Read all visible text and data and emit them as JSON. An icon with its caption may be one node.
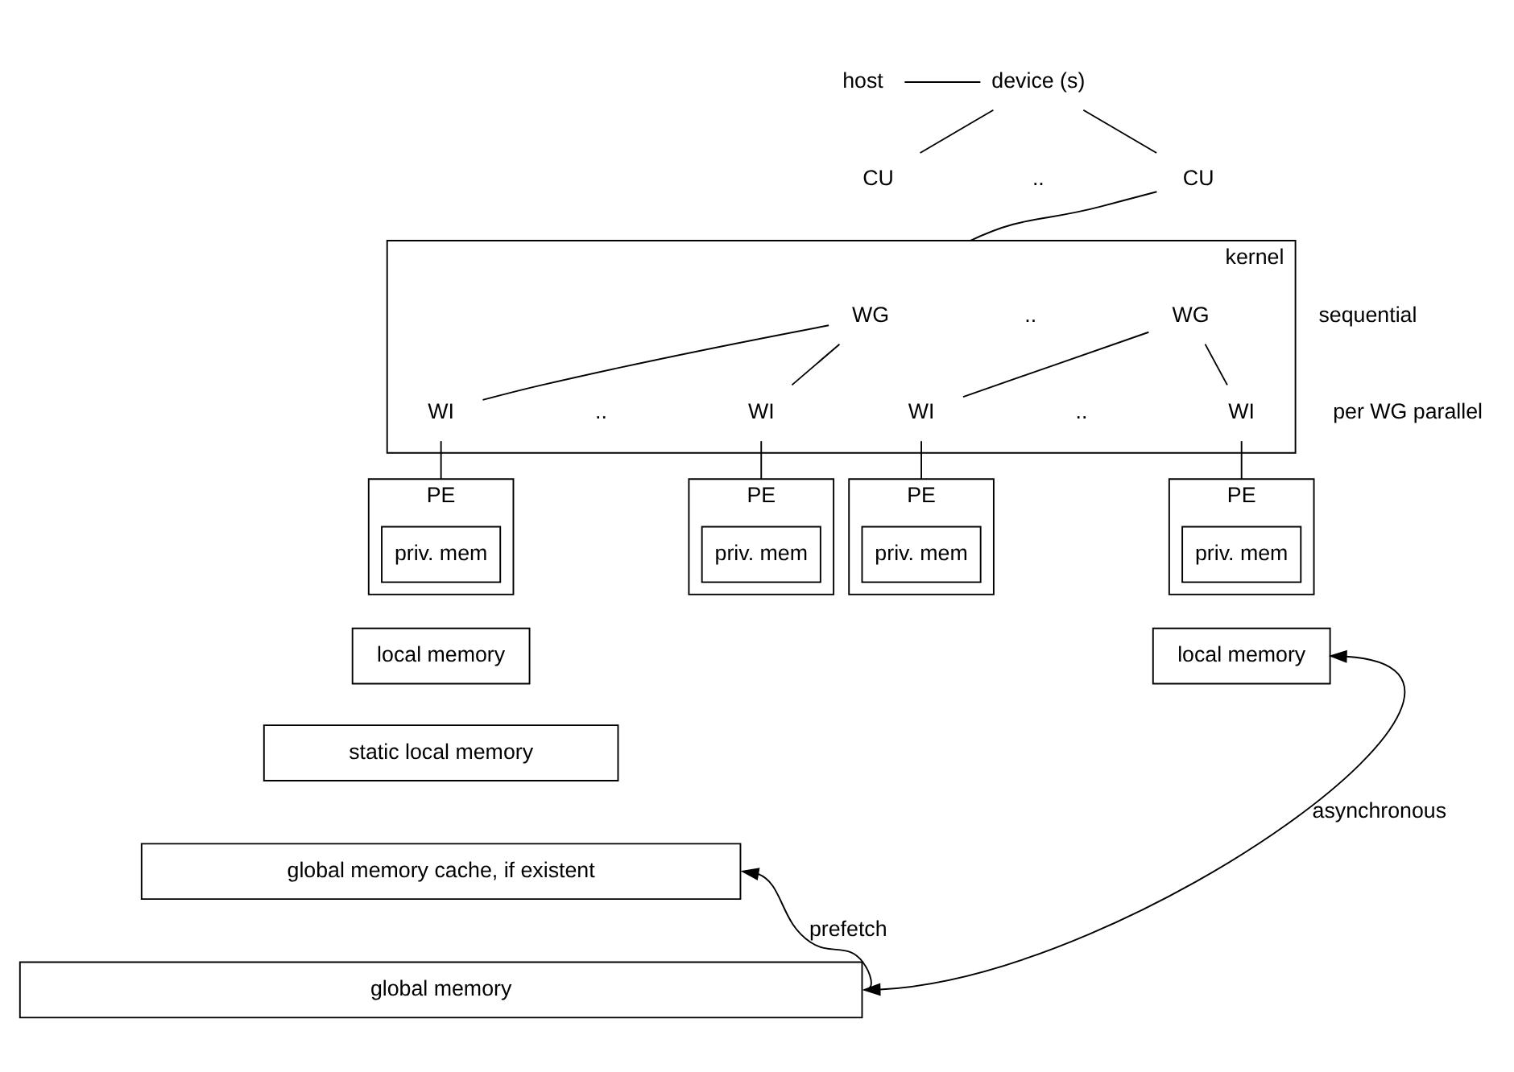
{
  "diagram": {
    "nodes": [
      {
        "text": [
          "host"
        ]
      },
      {
        "text": [
          "device (s)"
        ]
      },
      {
        "text": [
          "CU"
        ]
      },
      {
        "text": [
          "CU"
        ]
      },
      {
        "text": [
          "kernel"
        ]
      },
      {
        "text": [
          "WG"
        ],
        "in": 4
      },
      {
        "text": [
          "WI"
        ],
        "in": 4
      },
      {
        "text": [
          "WI"
        ],
        "in": 4
      },
      {
        "text": [
          "WG"
        ],
        "in": 4
      },
      {
        "text": [
          "WI"
        ],
        "in": 4
      },
      {
        "text": [
          "WI"
        ],
        "in": 4
      },
      {
        "text": [
          "PE"
        ]
      },
      {
        "text": [
          "priv. mem"
        ],
        "in": 11
      },
      {
        "text": [
          "PE"
        ]
      },
      {
        "text": [
          "priv. mem"
        ],
        "in": 13
      },
      {
        "text": [
          "PE"
        ]
      },
      {
        "text": [
          "priv. mem"
        ],
        "in": 15
      },
      {
        "text": [
          "PE"
        ]
      },
      {
        "text": [
          "priv. mem"
        ],
        "in": 17
      },
      {
        "text": [
          "local memory"
        ]
      },
      {
        "text": [
          "local memory"
        ]
      },
      {
        "text": [
          "static local memory"
        ]
      },
      {
        "text": [
          "global memory cache, if existent"
        ]
      },
      {
        "text": [
          "global memory"
        ]
      }
    ],
    "edges": [
      {
        "from": 0,
        "to": 1,
        "arrow": "none"
      },
      {
        "from": 1,
        "to": 2,
        "arrow": "none"
      },
      {
        "from": 1,
        "to": 3,
        "arrow": "none"
      },
      {
        "from": 3,
        "to": 4,
        "arrow": "none"
      },
      {
        "from": 5,
        "to": 6,
        "arrow": "none"
      },
      {
        "from": 5,
        "to": 7,
        "arrow": "none"
      },
      {
        "from": 8,
        "to": 9,
        "arrow": "none"
      },
      {
        "from": 8,
        "to": 10,
        "arrow": "none"
      },
      {
        "from": 6,
        "to": 11,
        "arrow": "none"
      },
      {
        "from": 7,
        "to": 13,
        "arrow": "none"
      },
      {
        "from": 9,
        "to": 15,
        "arrow": "none"
      },
      {
        "from": 10,
        "to": 17,
        "arrow": "none"
      },
      {
        "from": 23,
        "to": 22,
        "arrow": "to",
        "label": "prefetch"
      },
      {
        "from": 23,
        "to": 20,
        "arrow": "both",
        "label": "asynchronous"
      }
    ],
    "labels": [
      "..",
      "sequential",
      "..",
      "..",
      "..",
      "per WG parallel"
    ]
  }
}
